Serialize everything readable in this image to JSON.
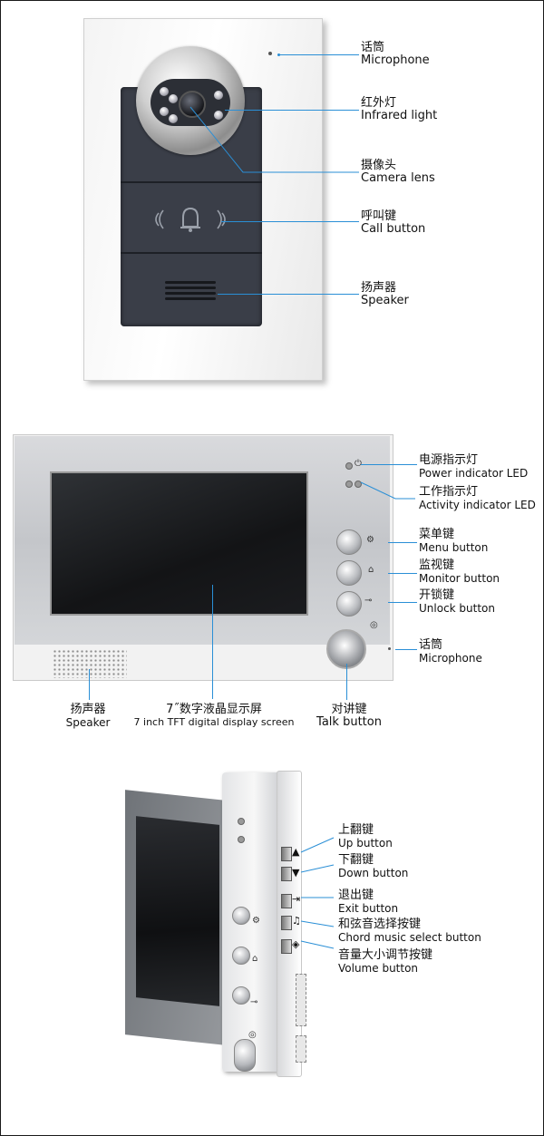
{
  "outdoor_unit": {
    "labels": [
      {
        "cn": "话筒",
        "en": "Microphone"
      },
      {
        "cn": "红外灯",
        "en": "Infrared light"
      },
      {
        "cn": "摄像头",
        "en": "Camera  lens"
      },
      {
        "cn": "呼叫键",
        "en": "Call button"
      },
      {
        "cn": "扬声器",
        "en": "Speaker"
      }
    ]
  },
  "indoor_monitor": {
    "right_labels": [
      {
        "cn": "电源指示灯",
        "en": "Power indicator LED"
      },
      {
        "cn": "工作指示灯",
        "en": "Activity indicator LED"
      },
      {
        "cn": "菜单键",
        "en": "Menu button"
      },
      {
        "cn": "监视键",
        "en": "Monitor button"
      },
      {
        "cn": "开锁键",
        "en": "Unlock button"
      },
      {
        "cn": "话筒",
        "en": "Microphone"
      }
    ],
    "bottom_labels": [
      {
        "cn": "扬声器",
        "en": "Speaker"
      },
      {
        "cn": "7˝数字液晶显示屏",
        "en": "7 inch TFT digital display screen"
      },
      {
        "cn": "对讲键",
        "en": "Talk button"
      }
    ]
  },
  "side_view": {
    "labels": [
      {
        "cn": "上翻键",
        "en": "Up button"
      },
      {
        "cn": "下翻键",
        "en": "Down button"
      },
      {
        "cn": "退出键",
        "en": "Exit button"
      },
      {
        "cn": "和弦音选择按键",
        "en": "Chord music select button"
      },
      {
        "cn": "音量大小调节按键",
        "en": "Volume button"
      }
    ]
  },
  "icons": {
    "bell": "bell-icon",
    "power": "power-icon",
    "menu": "menu-icon",
    "monitor": "house-icon",
    "unlock": "key-icon",
    "talk": "talk-icon",
    "up": "triangle-up-icon",
    "down": "triangle-down-icon",
    "exit": "exit-icon",
    "music": "music-note-icon",
    "volume": "volume-icon"
  },
  "colors": {
    "leader_line": "#2a8fd6",
    "device_white": "#f2f2f2",
    "panel_dark": "#3a3e48"
  }
}
